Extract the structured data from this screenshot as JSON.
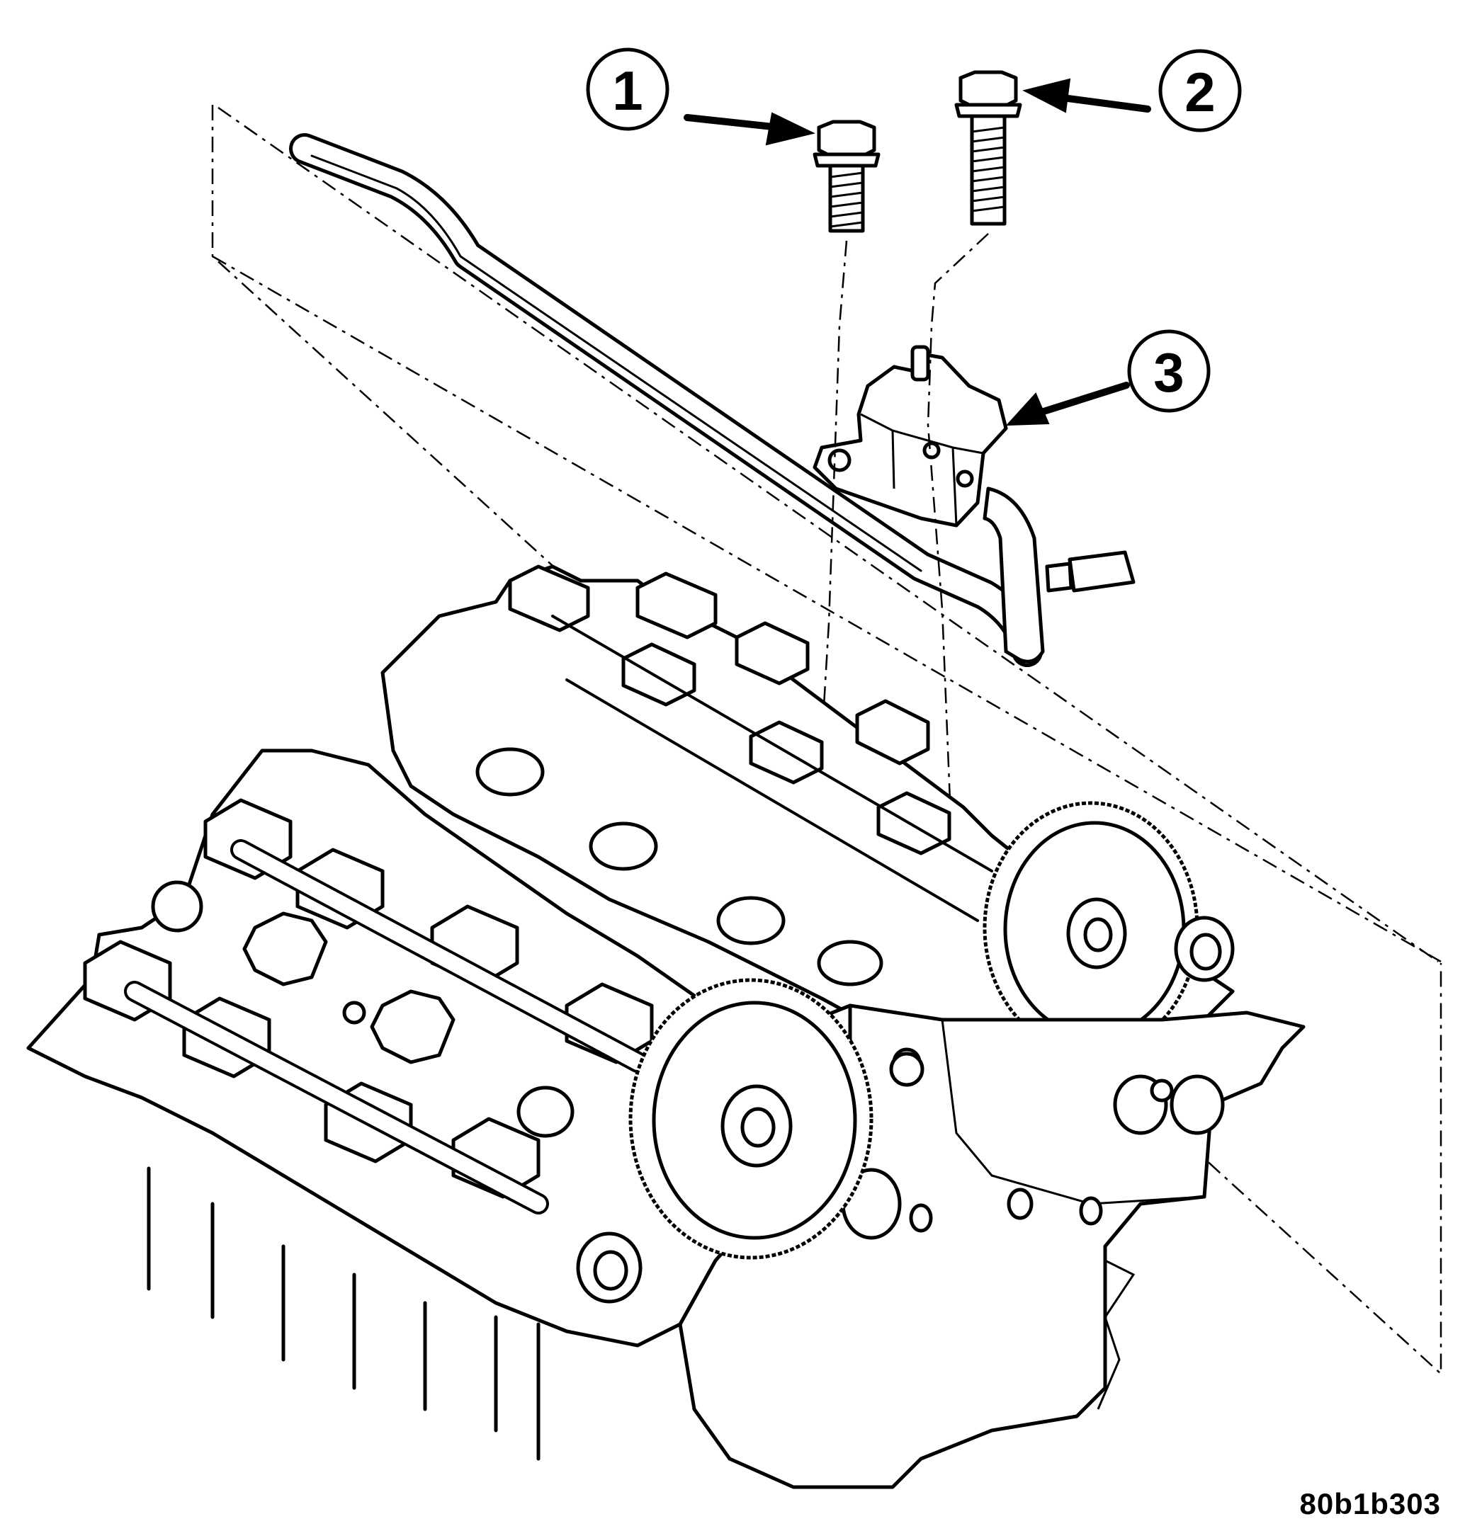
{
  "callouts": [
    {
      "number": "1"
    },
    {
      "number": "2"
    },
    {
      "number": "3"
    }
  ],
  "figure_id": "80b1b303"
}
